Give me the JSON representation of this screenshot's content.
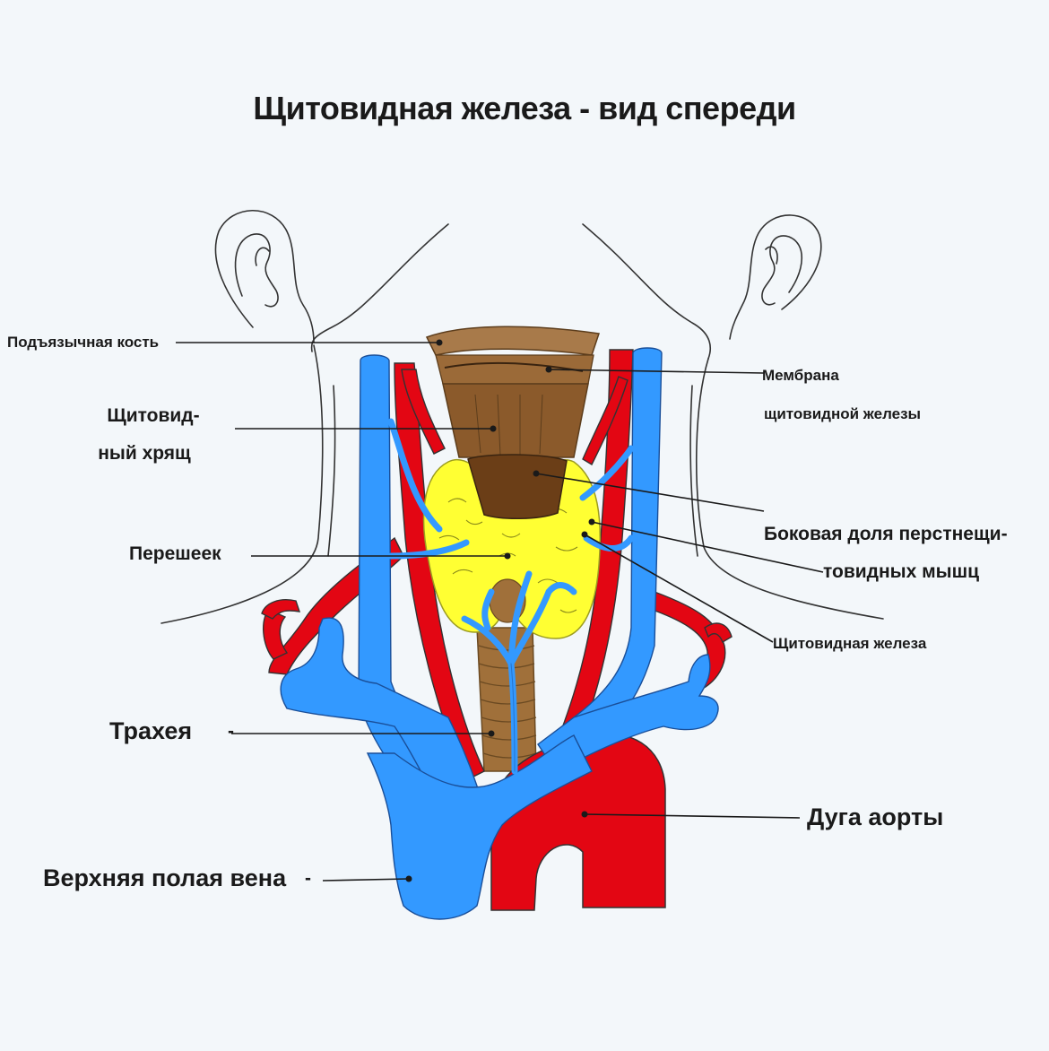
{
  "title": "Щитовидная железа - вид спереди",
  "colors": {
    "background": "#f3f7fa",
    "vein": "#3399ff",
    "artery": "#e30613",
    "thyroid": "#ffff33",
    "cartilage": "#8b5a2b",
    "hyoid": "#a87a4a",
    "trachea": "#a0703a",
    "outline": "#333333"
  },
  "labels": {
    "hyoid": "Подъязычная кость",
    "thyroid_cartilage_1": "Щитовид-",
    "thyroid_cartilage_2": "ный хрящ",
    "isthmus": "Перешеек",
    "trachea": "Трахея",
    "svc": "Верхняя полая вена",
    "membrane_1": "Мембрана",
    "membrane_2": "щитовидной железы",
    "cricothyroid_1": "Боковая доля перстнещи-",
    "cricothyroid_2": "товидных мышц",
    "thyroid_gland": "Щитовидная железа",
    "aortic_arch": "Дуга аорты"
  },
  "markers": {
    "trachea_dash": "-",
    "svc_dash": "-"
  }
}
